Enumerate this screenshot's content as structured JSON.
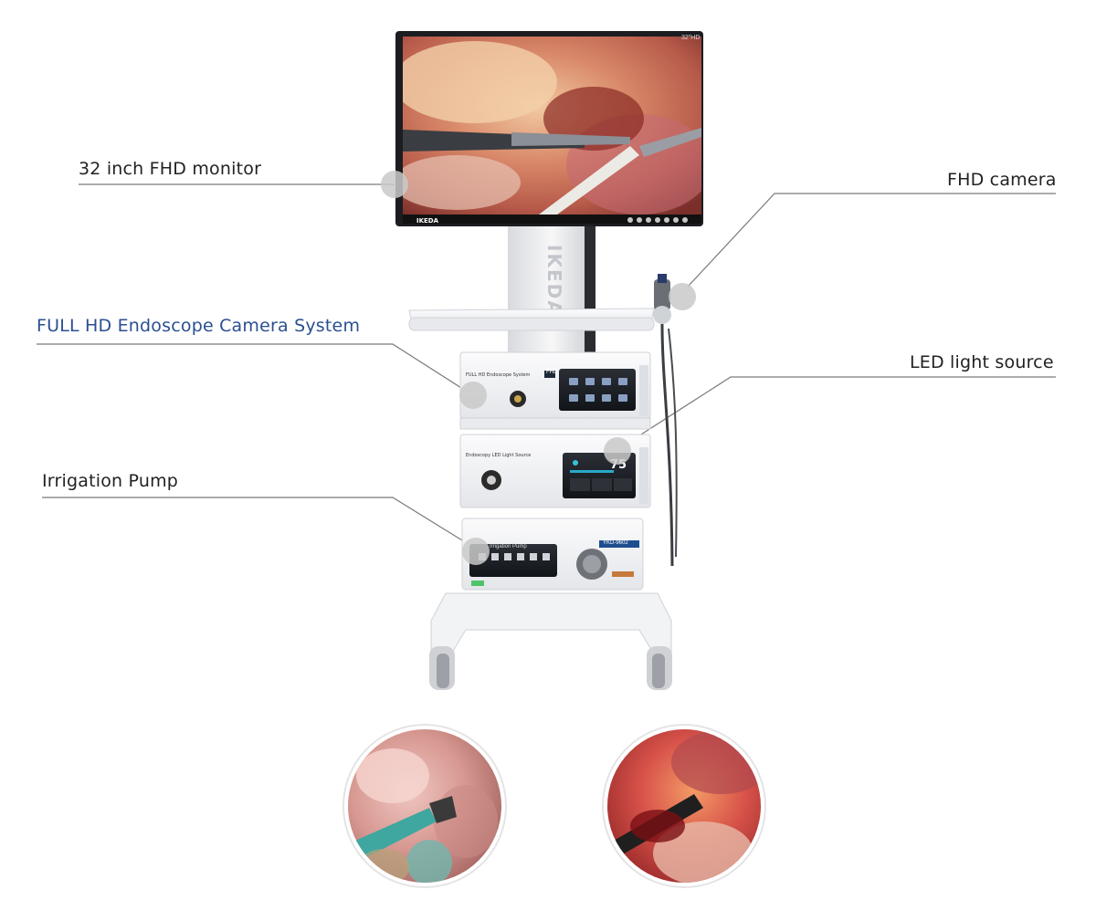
{
  "callouts": {
    "monitor": "32 inch FHD monitor",
    "camera": "FHD camera",
    "camera_system": "FULL HD  Endoscope Camera System",
    "light_source": "LED light source",
    "pump": "Irrigation Pump"
  },
  "device": {
    "brand": "IKEDA",
    "monitor_badge": "32\"HD",
    "camera_unit_name": "FULL HD Endoscope System",
    "camera_unit_badge": "FHD",
    "light_unit_name": "Endoscopy LED Light Source",
    "light_level": "75",
    "pump_name": "Irrigation Pump",
    "pump_model": "YKD-9602"
  },
  "colors": {
    "accent_label": "#2b4f91",
    "leader_line": "#777777",
    "marker": "#c9c9c9",
    "screen_blue": "#1f4e8f"
  }
}
